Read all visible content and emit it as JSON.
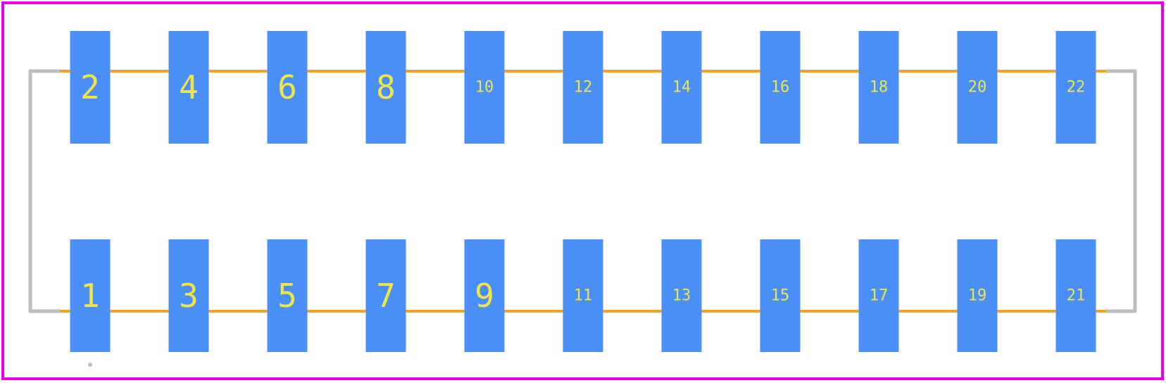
{
  "colors": {
    "background": "#ffffff",
    "border": "#e800e8",
    "pad": "#4a8ff5",
    "label": "#f0e44a",
    "copper_line": "#f2a12c",
    "silkscreen": "#bdbdbd"
  },
  "pads": {
    "top": [
      "2",
      "4",
      "6",
      "8",
      "10",
      "12",
      "14",
      "16",
      "18",
      "20",
      "22"
    ],
    "bottom": [
      "1",
      "3",
      "5",
      "7",
      "9",
      "11",
      "13",
      "15",
      "17",
      "19",
      "21"
    ]
  }
}
